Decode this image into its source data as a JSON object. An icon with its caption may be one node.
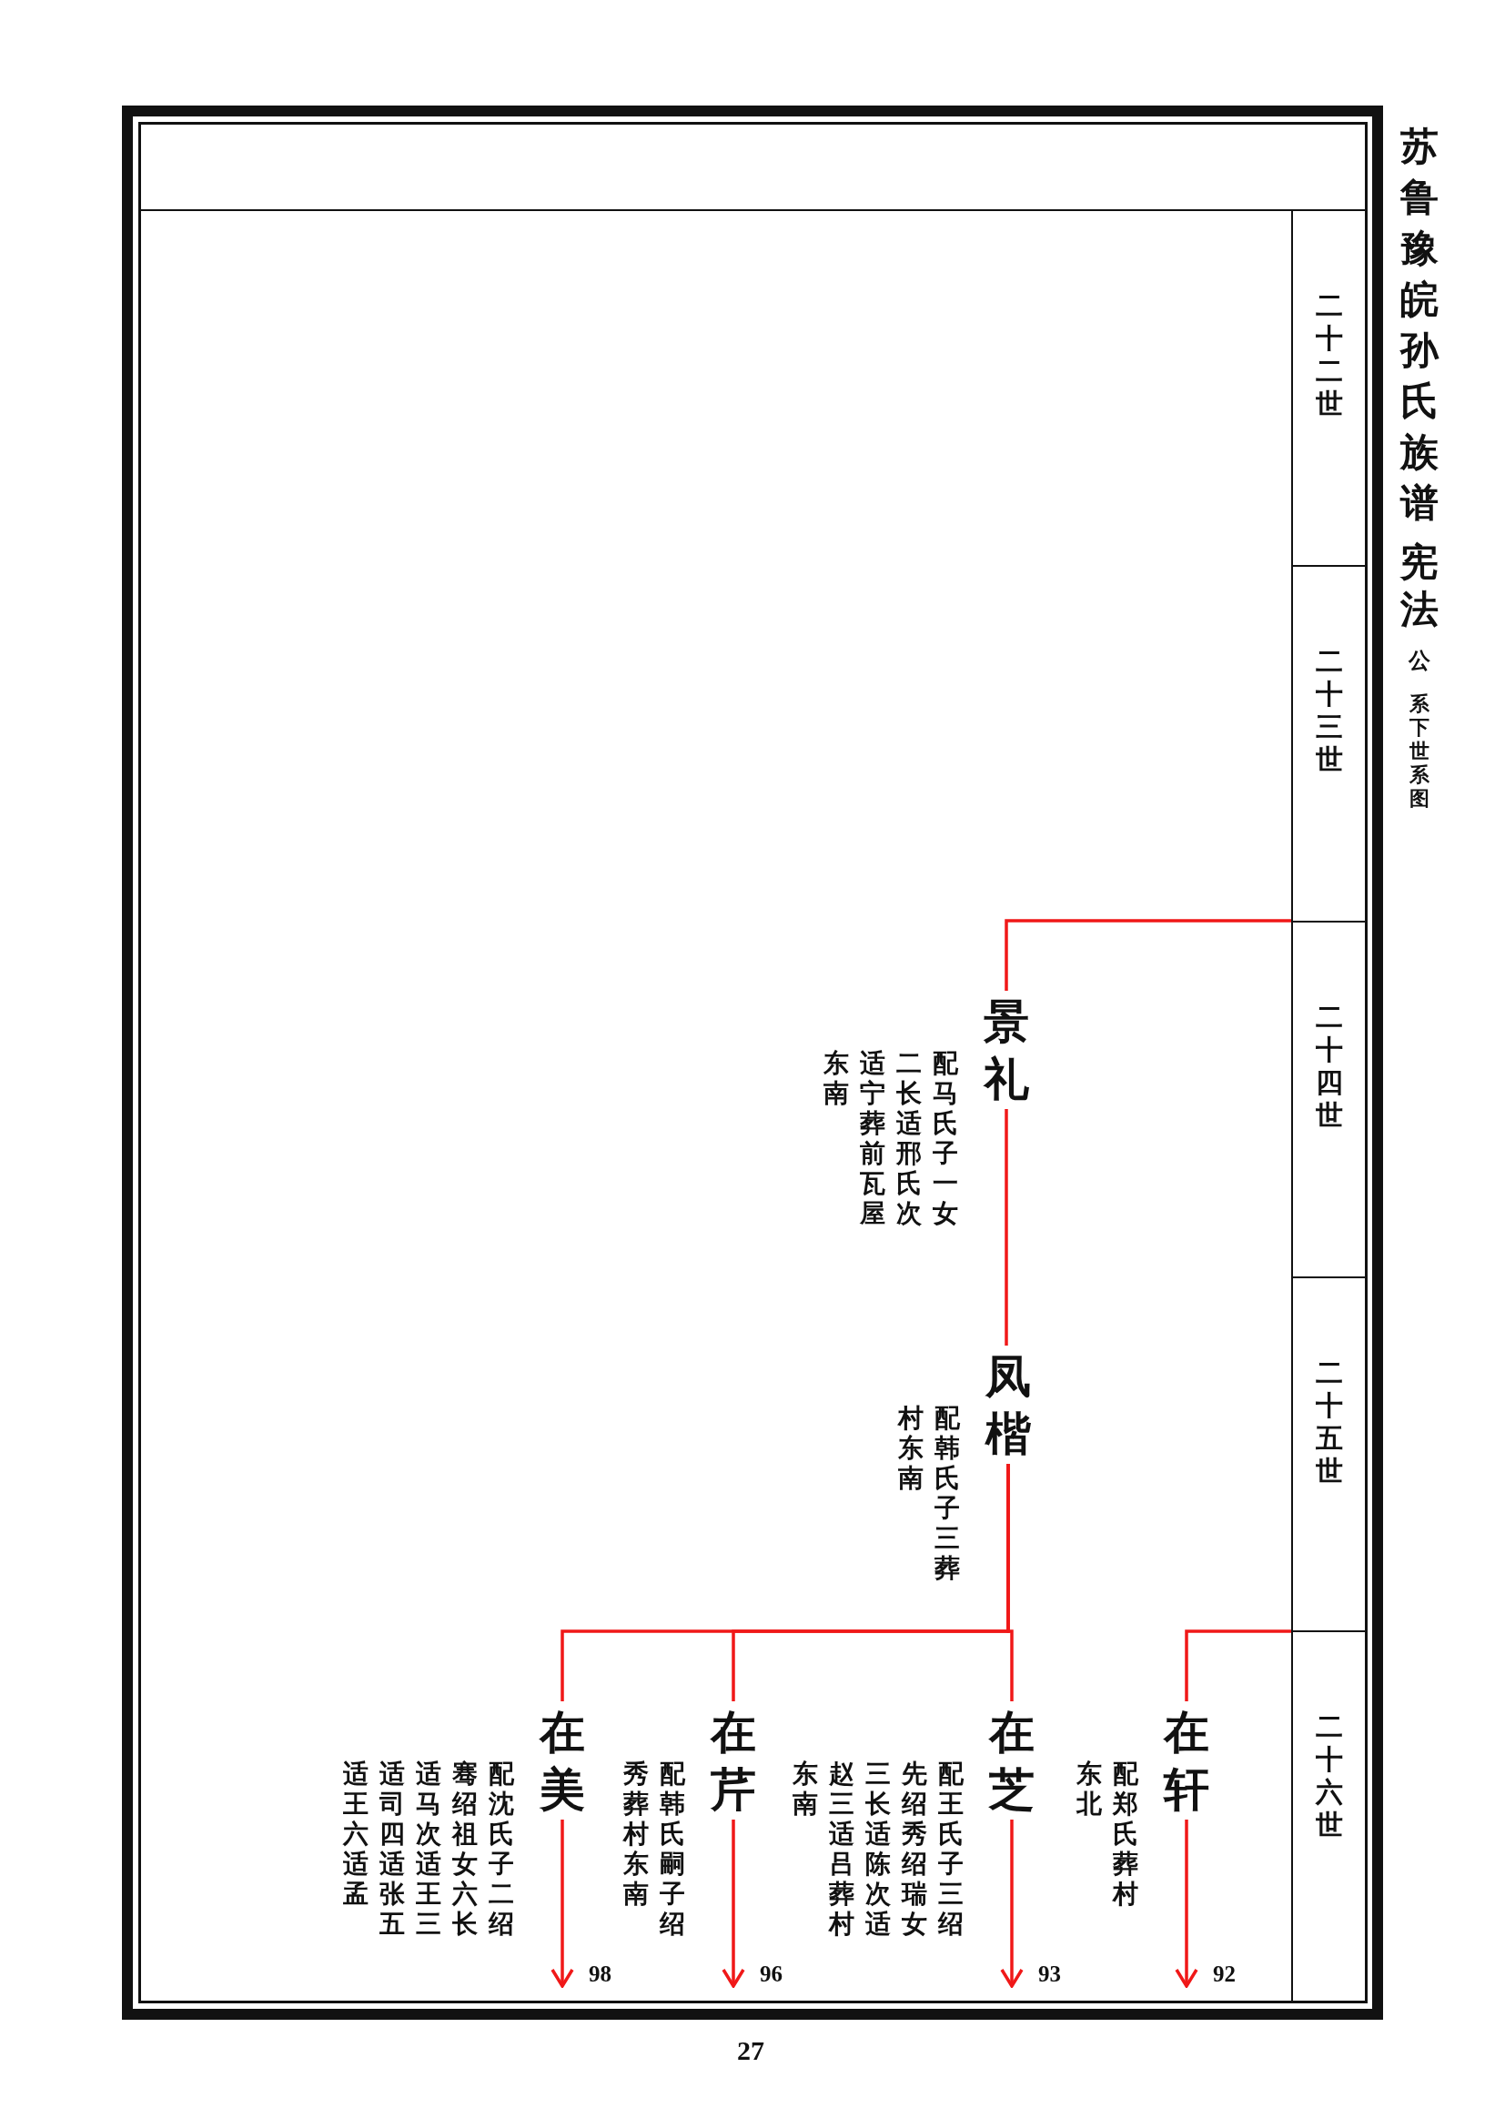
{
  "diagram": {
    "title": "苏鲁豫皖孙氏族谱",
    "nodes": [
      {
        "text": [
          "景礼"
        ],
        "beside": [
          "配马氏子一女二长适邢氏次适宁葬前瓦屋东南"
        ]
      },
      {
        "text": [
          "凤楷"
        ],
        "beside": [
          "配韩氏子三葬村东南"
        ]
      },
      {
        "text": [
          "在轩"
        ],
        "beside": [
          "配郑氏葬村东北"
        ]
      },
      {
        "text": [
          "在芝"
        ],
        "beside": [
          "配王氏子三绍先绍秀绍瑞女三长适陈次适赵三适吕葬村东南"
        ]
      },
      {
        "text": [
          "在芹"
        ],
        "beside": [
          "配韩氏嗣子绍秀葬村东南"
        ]
      },
      {
        "text": [
          "在美"
        ],
        "beside": [
          "配沈氏子二绍骞绍祖女六长适马次适王三适司四适张五适王六适孟"
        ]
      }
    ],
    "edges": [
      {
        "from": null,
        "to": 0,
        "arrow": "none"
      },
      {
        "from": 0,
        "to": 1,
        "arrow": "none"
      },
      {
        "from": null,
        "to": 2,
        "arrow": "none"
      },
      {
        "from": 1,
        "to": 3,
        "arrow": "none"
      },
      {
        "from": 1,
        "to": 4,
        "arrow": "none"
      },
      {
        "from": 1,
        "to": 5,
        "arrow": "none"
      },
      {
        "from": 2,
        "to": null,
        "arrow": "to",
        "label": "92"
      },
      {
        "from": 3,
        "to": null,
        "arrow": "to",
        "label": "93"
      },
      {
        "from": 4,
        "to": null,
        "arrow": "to",
        "label": "96"
      },
      {
        "from": 5,
        "to": null,
        "arrow": "to",
        "label": "98"
      }
    ],
    "labels": [
      "宪法",
      "公",
      "系下世系图",
      "二十二世",
      "二十三世",
      "二十四世",
      "二十五世",
      "二十六世",
      "27"
    ]
  }
}
